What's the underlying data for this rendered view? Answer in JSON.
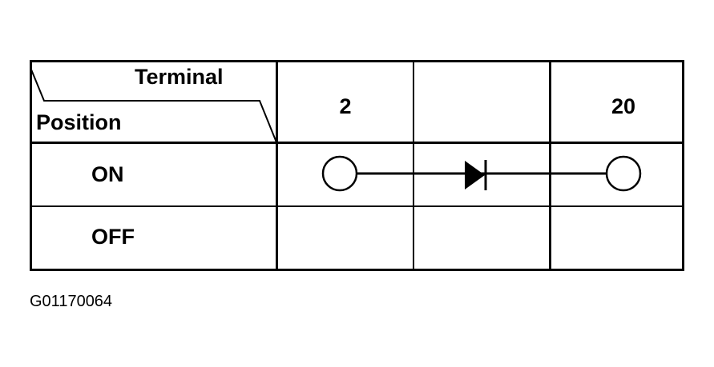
{
  "table": {
    "corner_header": {
      "top_label": "Terminal",
      "bottom_label": "Position"
    },
    "columns": [
      {
        "label": "2"
      },
      {
        "label": ""
      },
      {
        "label": "20"
      }
    ],
    "rows": [
      {
        "label": "ON",
        "connection": "terminal 2 connected to terminal 20 through diode (forward direction 2 → 20)"
      },
      {
        "label": "OFF",
        "connection": "no continuity"
      }
    ],
    "symbols": {
      "terminal_marker": "open-circle",
      "diode": "diode-arrow-right"
    }
  },
  "caption": "G01170064",
  "colors": {
    "line": "#000000",
    "background": "#ffffff"
  }
}
